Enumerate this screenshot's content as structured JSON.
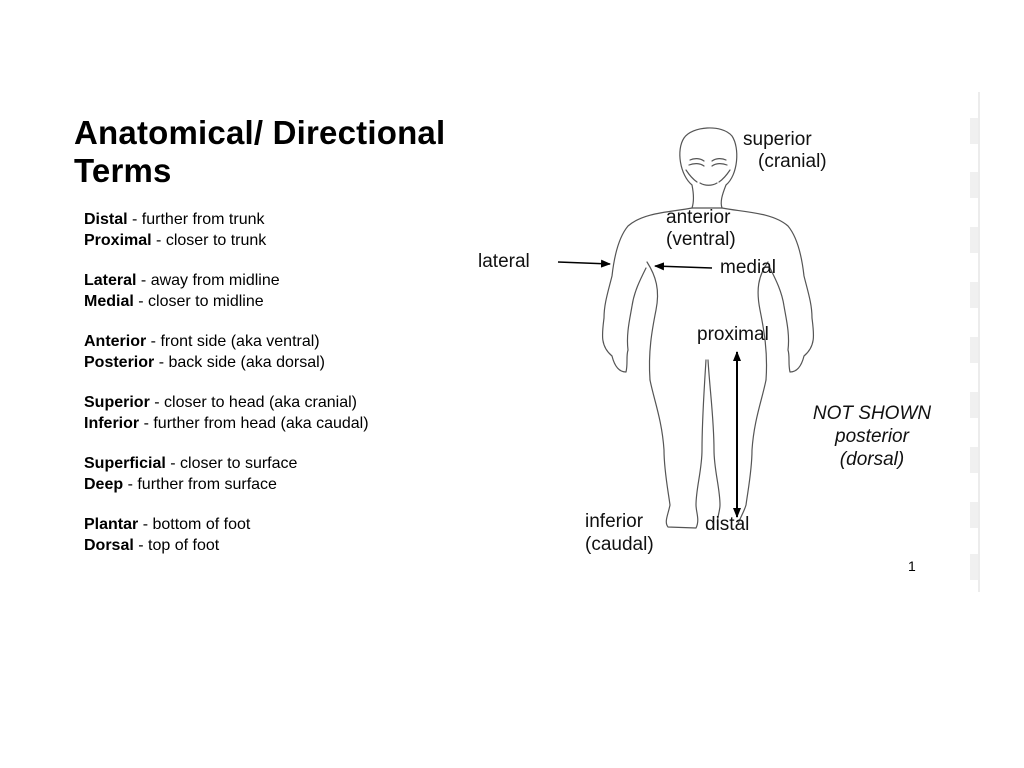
{
  "slide": {
    "title_line1": "Anatomical/ Directional",
    "title_line2": "Terms",
    "term_groups": [
      [
        {
          "term": "Distal",
          "definition": " - further from trunk"
        },
        {
          "term": "Proximal",
          "definition": " - closer to trunk"
        }
      ],
      [
        {
          "term": "Lateral",
          "definition": " - away from midline"
        },
        {
          "term": "Medial",
          "definition": " - closer to midline"
        }
      ],
      [
        {
          "term": "Anterior",
          "definition": " - front side (aka ventral)"
        },
        {
          "term": "Posterior",
          "definition": " - back side (aka dorsal)"
        }
      ],
      [
        {
          "term": "Superior",
          "definition": " - closer to head (aka cranial)"
        },
        {
          "term": "Inferior",
          "definition": " - further from head (aka caudal)"
        }
      ],
      [
        {
          "term": "Superficial",
          "definition": " - closer to surface"
        },
        {
          "term": "Deep",
          "definition": " - further from surface"
        }
      ],
      [
        {
          "term": "Plantar",
          "definition": " - bottom of foot"
        },
        {
          "term": "Dorsal",
          "definition": " - top of foot"
        }
      ]
    ],
    "figure_labels": {
      "superior": "superior",
      "superior_alt": "(cranial)",
      "anterior": "anterior",
      "anterior_alt": "(ventral)",
      "lateral": "lateral",
      "medial": "medial",
      "proximal": "proximal",
      "distal": "distal",
      "inferior": "inferior",
      "inferior_alt": "(caudal)",
      "not_shown": "NOT SHOWN",
      "posterior": "posterior",
      "posterior_alt": "(dorsal)"
    },
    "page_number": "1"
  }
}
